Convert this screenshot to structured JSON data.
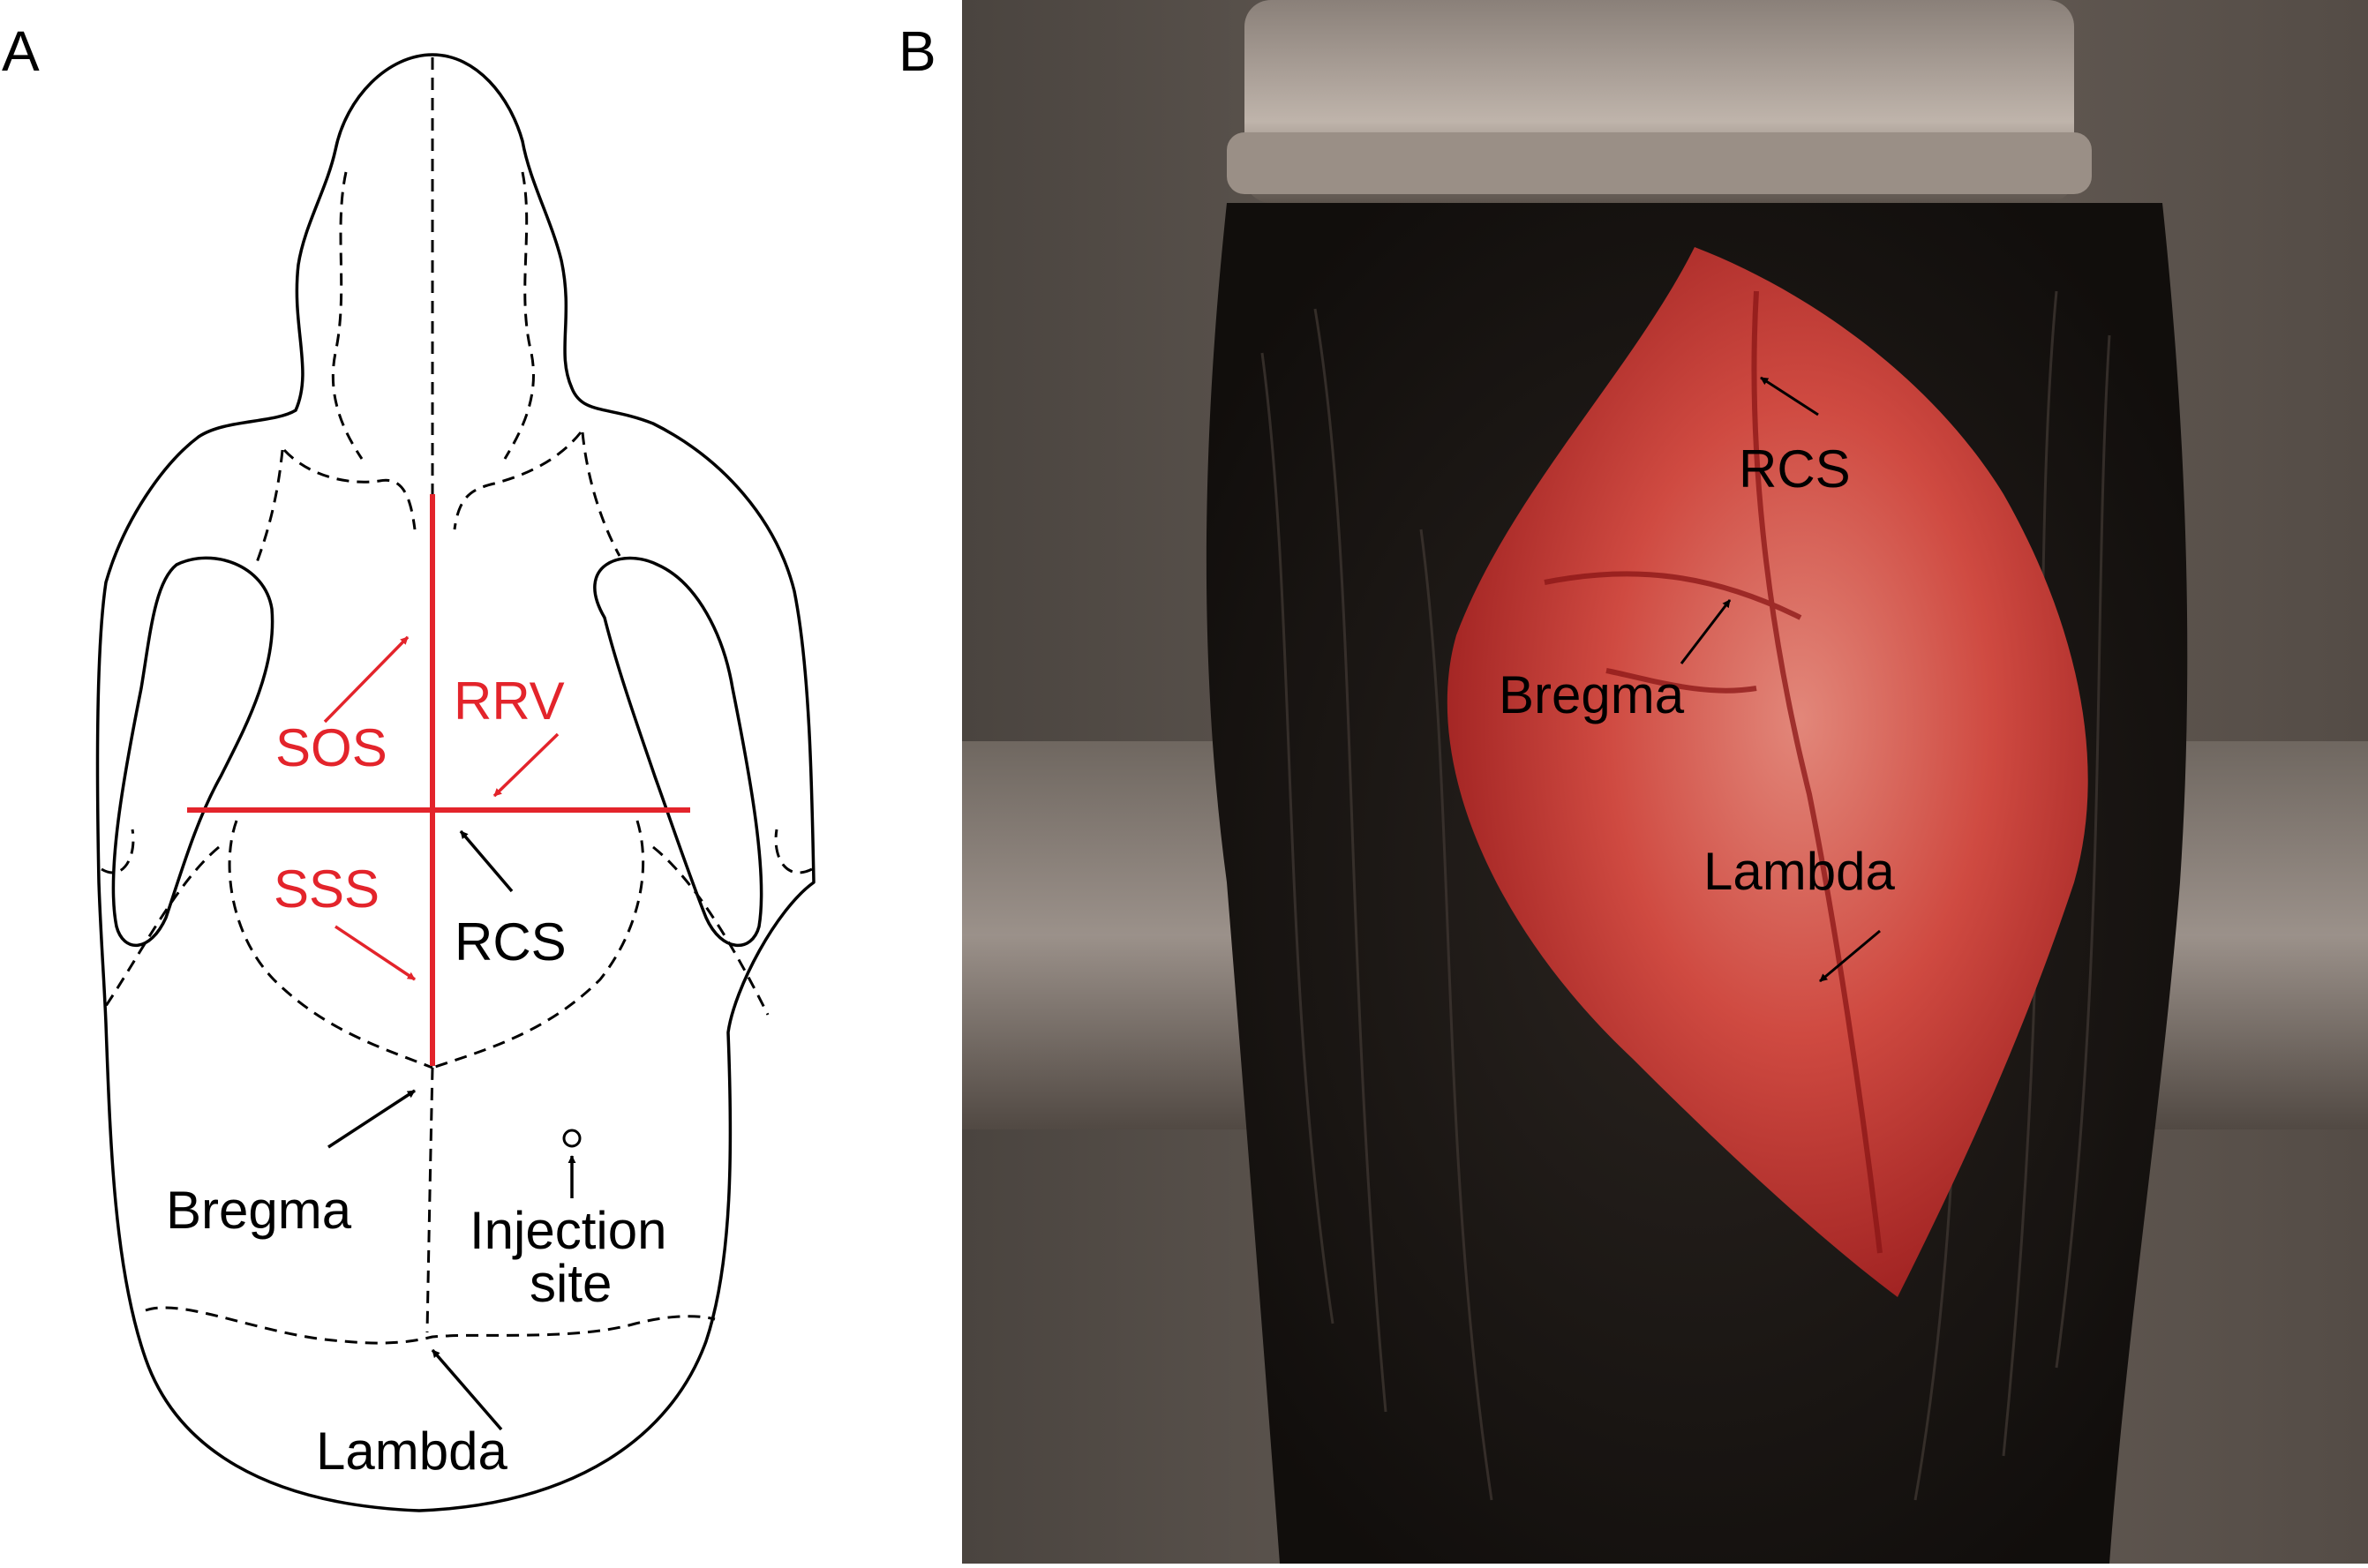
{
  "panel_a": {
    "letter": "A",
    "labels": {
      "sos": "SOS",
      "rrv": "RRV",
      "sss": "SSS",
      "rcs": "RCS",
      "bregma": "Bregma",
      "injection_line1": "Injection",
      "injection_line2": "site",
      "lambda": "Lambda"
    }
  },
  "panel_b": {
    "letter": "B",
    "labels": {
      "rcs": "RCS",
      "bregma": "Bregma",
      "lambda": "Lambda"
    }
  },
  "colors": {
    "sinus_red": "#e3242b",
    "outline": "#000000",
    "photo_background": "#5b534d",
    "fur": "#1b1714",
    "exposed_skull": "#c73a34"
  }
}
